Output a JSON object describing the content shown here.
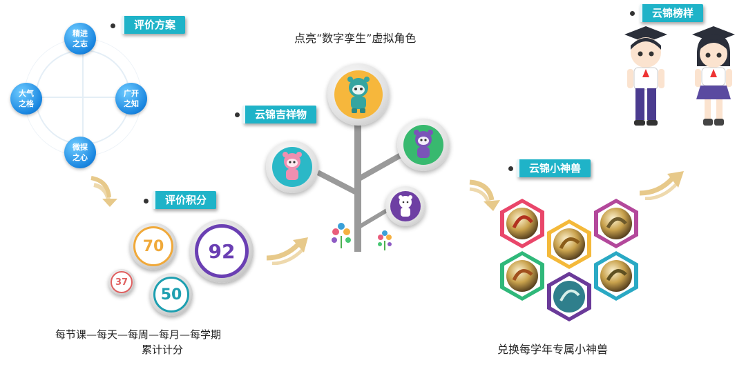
{
  "tags": {
    "plan": "评价方案",
    "points": "评价积分",
    "mascot": "云锦吉祥物",
    "beast": "云锦小神兽",
    "model": "云锦榜样"
  },
  "cycle": [
    "精进之志",
    "广开之知",
    "微探之心",
    "大气之格"
  ],
  "scores": [
    "70",
    "92",
    "37",
    "50"
  ],
  "captions": {
    "score_line1": "每节课—每天—每周—每月—每学期",
    "score_line2": "累计计分",
    "twin": "点亮“数字孪生”虚拟角色",
    "exchange": "兑换每学年专属小神兽"
  },
  "colors": {
    "tag": "#1fb3c8",
    "score_70": "#f0a93a",
    "score_92": "#6a3fb3",
    "score_37": "#e06060",
    "score_50": "#1d9fb0",
    "arrow": "#e7c98a"
  }
}
